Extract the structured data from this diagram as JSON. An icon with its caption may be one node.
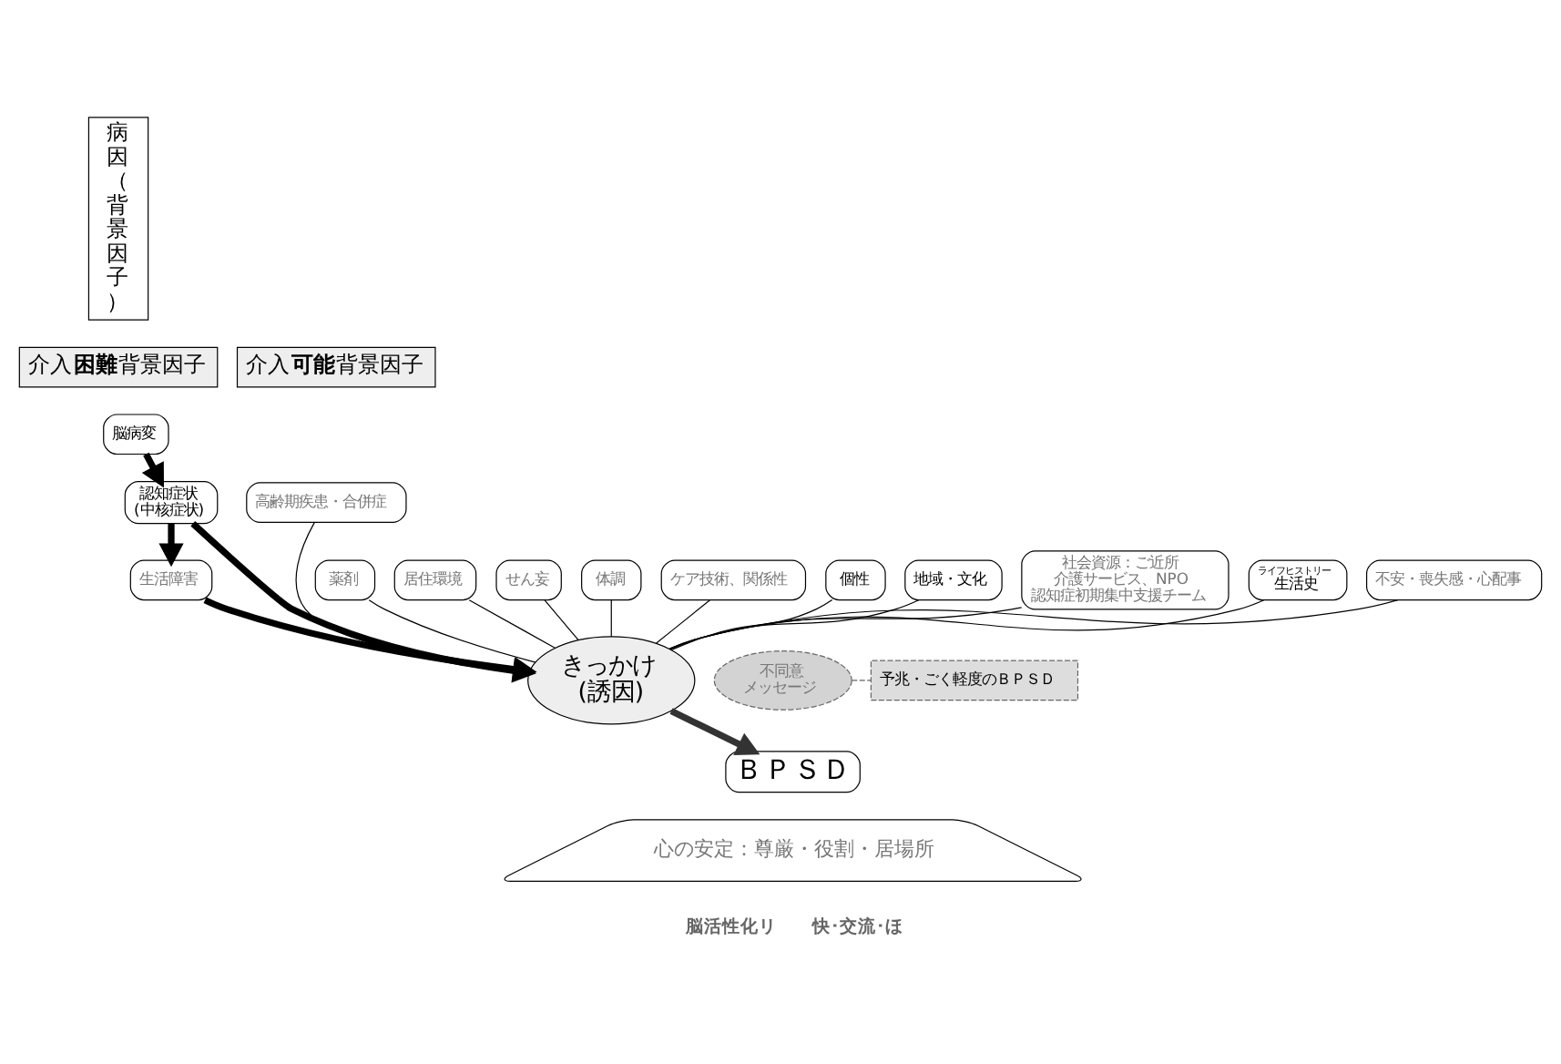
{
  "diagram": {
    "nodes": [
      {
        "text": [
          "病因（背景因子）"
        ]
      },
      {
        "text": [
          "介入**困難**背景因子"
        ]
      },
      {
        "text": [
          "介入**可能**背景因子"
        ]
      },
      {
        "text": [
          "脳病変"
        ]
      },
      {
        "text": [
          "認知症状 (中核症状)"
        ]
      },
      {
        "text": [
          "高齢期疾患・合併症"
        ]
      },
      {
        "text": [
          "薬剤"
        ]
      },
      {
        "text": [
          "居住環境"
        ]
      },
      {
        "text": [
          "生活障害"
        ]
      },
      {
        "text": [
          "せん妄"
        ]
      },
      {
        "text": [
          "体調"
        ]
      },
      {
        "text": [
          "ケア技術、関係性"
        ]
      },
      {
        "text": [
          "個性"
        ]
      },
      {
        "text": [
          "きっかけ (誘因)"
        ]
      },
      {
        "text": [
          "地域・文化"
        ]
      },
      {
        "text": [
          "社会資源：ご近所介護サービス、NPO認知症初期集中支援チーム"
        ]
      },
      {
        "text": [
          "ライフヒストリー",
          "生活史"
        ]
      },
      {
        "text": [
          "不安・喪失感・心配事"
        ]
      },
      {
        "text": [
          "予兆・ごく軽度のＢＰＳＤ"
        ]
      },
      {
        "text": [
          "不同意メッセージ"
        ]
      },
      {
        "text": [
          "ＢＰＳＤ"
        ]
      },
      {
        "text": [
          "心の安定：尊厳・役割・居場所"
        ]
      }
    ],
    "edges": [
      {
        "from": 3,
        "to": 4,
        "arrow": "to",
        "style": "thick"
      },
      {
        "from": 4,
        "to": 8,
        "arrow": "to",
        "style": "thick"
      },
      {
        "from": 4,
        "to": 13,
        "arrow": "to",
        "style": "thick"
      },
      {
        "from": 8,
        "to": 13,
        "arrow": "to",
        "style": "thick"
      },
      {
        "from": 5,
        "to": 13,
        "arrow": "none"
      },
      {
        "from": 6,
        "to": 13,
        "arrow": "none"
      },
      {
        "from": 7,
        "to": 13,
        "arrow": "none"
      },
      {
        "from": 9,
        "to": 13,
        "arrow": "none"
      },
      {
        "from": 10,
        "to": 13,
        "arrow": "none"
      },
      {
        "from": 11,
        "to": 13,
        "arrow": "none"
      },
      {
        "from": 12,
        "to": 13,
        "arrow": "none"
      },
      {
        "from": 14,
        "to": 13,
        "arrow": "none"
      },
      {
        "from": 16,
        "to": 13,
        "arrow": "none"
      },
      {
        "from": 15,
        "to": 13,
        "arrow": "none"
      },
      {
        "from": 17,
        "to": 13,
        "arrow": "none"
      },
      {
        "from": 13,
        "to": 20,
        "arrow": "to",
        "style": "thick",
        "color": "#333333"
      },
      {
        "from": 19,
        "to": 18,
        "arrow": "none",
        "style": "dashed",
        "color": "#666666"
      }
    ],
    "labels": [
      "脳活性化リ",
      "快･交流･ほ"
    ]
  }
}
